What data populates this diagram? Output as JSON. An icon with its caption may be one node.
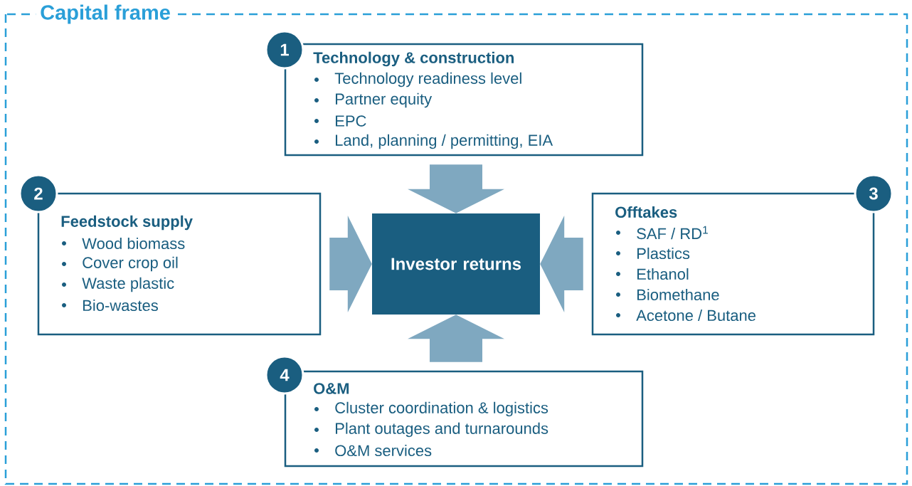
{
  "diagram": {
    "nodes": [
      {
        "text": [
          "Capital frame"
        ]
      },
      {
        "text": [
          "1"
        ],
        "in": 0
      },
      {
        "text": [
          "Technology & construction",
          "Technology readiness level",
          "Partner equity",
          "EPC",
          "Land, planning / permitting, EIA"
        ],
        "in": 0
      },
      {
        "text": [
          "2"
        ],
        "in": 0
      },
      {
        "text": [
          "Feedstock supply",
          "Wood biomass",
          "Cover crop oil",
          "Waste plastic",
          "Bio-wastes"
        ],
        "in": 0
      },
      {
        "text": [
          "Investor returns"
        ],
        "in": 0
      },
      {
        "text": [
          "3"
        ],
        "in": 0
      },
      {
        "text": [
          "Offtakes",
          "SAF / RD$^{1}$",
          "Plastics",
          "Ethanol",
          "Biomethane",
          "Acetone / Butane"
        ],
        "in": 0
      },
      {
        "text": [
          "4"
        ],
        "in": 0
      },
      {
        "text": [
          "O&M",
          "Cluster coordination & logistics",
          "Plant outages and turnarounds",
          "O&M services"
        ],
        "in": 0
      }
    ],
    "edges": [
      {
        "from": 2,
        "to": 5,
        "arrow": "to"
      },
      {
        "from": 4,
        "to": 5,
        "arrow": "to"
      },
      {
        "from": 7,
        "to": 5,
        "arrow": "to"
      },
      {
        "from": 9,
        "to": 5,
        "arrow": "to"
      }
    ]
  }
}
